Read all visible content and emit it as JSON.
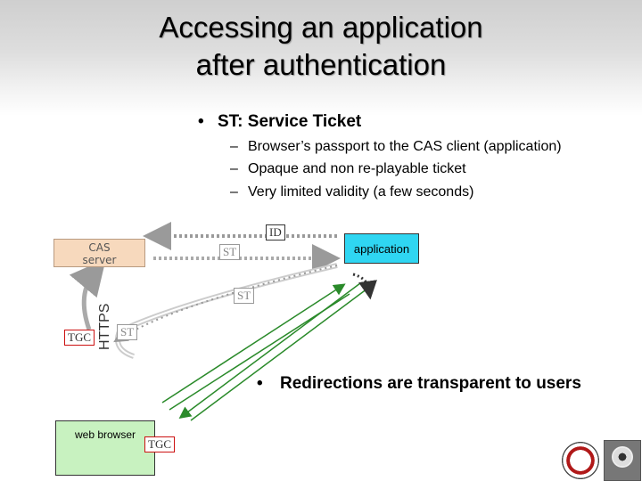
{
  "title": {
    "line1": "Accessing an application",
    "line2": "after authentication"
  },
  "bullets": {
    "service_ticket": {
      "dot": "•",
      "text": "ST: Service Ticket",
      "items": [
        {
          "dash": "–",
          "text": "Browser’s passport to the CAS client (application)"
        },
        {
          "dash": "–",
          "text": "Opaque and non re-playable ticket"
        },
        {
          "dash": "–",
          "text": "Very limited validity (a few seconds)"
        }
      ]
    },
    "redirections": {
      "dot": "•",
      "text": "Redirections are transparent to users"
    }
  },
  "diagram": {
    "cas_server": {
      "line1": "CAS",
      "line2": "server"
    },
    "application": {
      "label": "application"
    },
    "web_browser": {
      "label": "web browser"
    },
    "https_label": "HTTPS",
    "tags": {
      "id": "ID",
      "st_top": "ST",
      "st_middle": "ST",
      "st_left": "ST",
      "tgc_left": "TGC",
      "tgc_browser": "TGC"
    },
    "colors": {
      "cas_box": "#f7d9bd",
      "application_box": "#2fd6f2",
      "web_browser_box": "#c8f2c0",
      "arrow_gray": "#9a9a9a",
      "arrow_green": "#2a8a2a",
      "tgc_border": "#cc1111"
    }
  }
}
